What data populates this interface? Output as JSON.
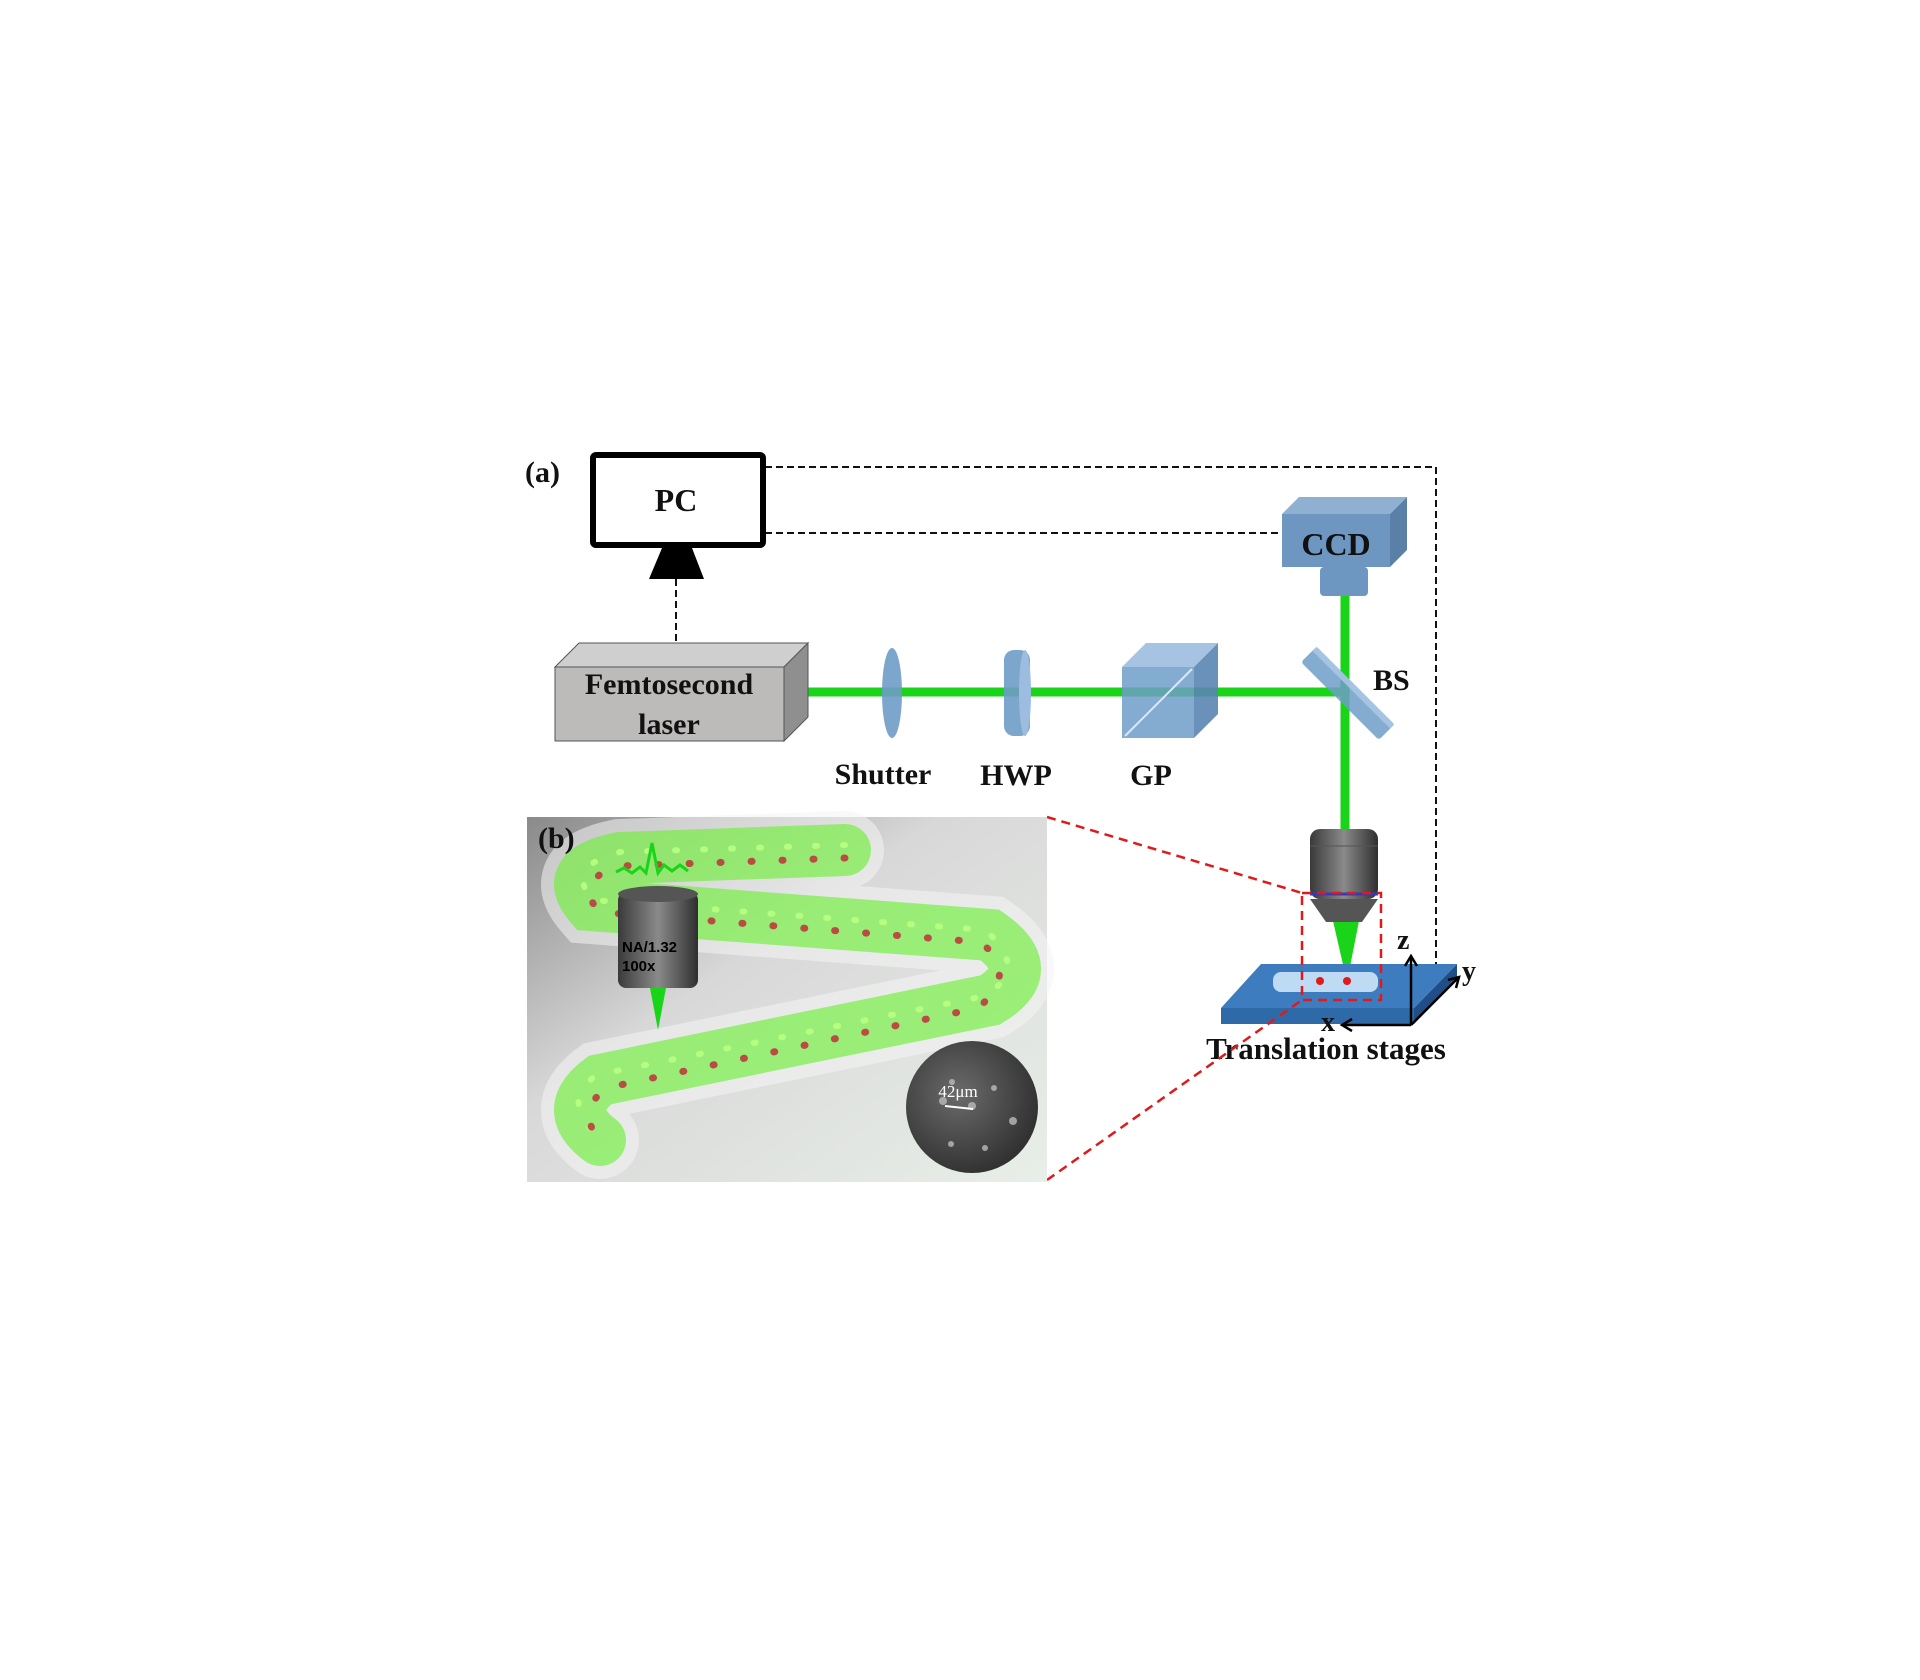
{
  "panel_a": {
    "label": "(a)",
    "pc": "PC",
    "ccd": "CCD",
    "laser_line1": "Femtosecond",
    "laser_line2": "laser",
    "shutter": "Shutter",
    "hwp": "HWP",
    "gp": "GP",
    "bs": "BS",
    "stage": "Translation stages",
    "axis_x": "x",
    "axis_y": "y",
    "axis_z": "z"
  },
  "panel_b": {
    "label": "(b)",
    "objective_line1": "NA/1.32",
    "objective_line2": "100x",
    "scale": "42μm"
  },
  "colors": {
    "beam": "#19d419",
    "optics": "#6f9cc8",
    "stage": "#3d7dbf",
    "dash_red": "#e0191b"
  }
}
